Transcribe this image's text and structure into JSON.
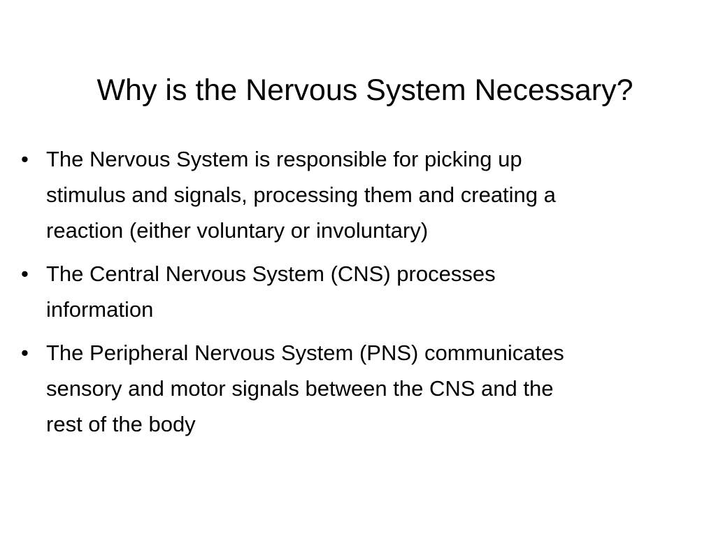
{
  "slide": {
    "title": "Why is the Nervous System Necessary?",
    "bullets": [
      {
        "lines": [
          "The Nervous System is responsible for picking up",
          "stimulus and signals, processing them and creating a",
          "reaction (either voluntary or involuntary)"
        ]
      },
      {
        "lines": [
          "The Central Nervous System (CNS) processes",
          "information"
        ]
      },
      {
        "lines": [
          "The Peripheral Nervous System (PNS) communicates",
          "sensory and motor signals between the CNS and the",
          "rest of the body"
        ]
      }
    ],
    "bullet_marker": "•"
  }
}
